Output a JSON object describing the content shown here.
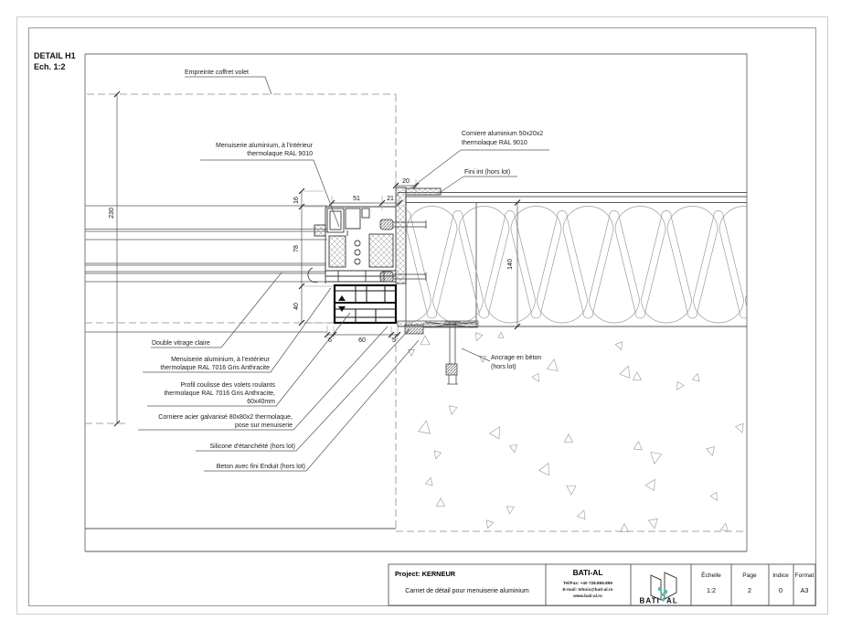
{
  "sheet": {
    "detail_title": "DETAIL H1",
    "detail_scale": "Ech. 1:2"
  },
  "annotations": {
    "empreinte": "Empreinte coffret volet",
    "menuiserie_int_1": "Menuiserie aluminium, à l'intérieur",
    "menuiserie_int_2": "thermolaque RAL 9010",
    "corniere_alu_1": "Corniere aluminium 50x20x2",
    "corniere_alu_2": "thermolaque RAL 9010",
    "fini_int": "Fini int (hors lot)",
    "double_vitrage": "Double vitrage claire",
    "menuiserie_ext_1": "Menuiserie aluminium, à l'extérieur",
    "menuiserie_ext_2": "thermolaque RAL 7016 Gris Anthracite",
    "profil_coulisse_1": "Profil coulisse des volets roulants",
    "profil_coulisse_2": "thermolaque RAL 7016 Gris Anthracite,",
    "profil_coulisse_3": "60x40mm",
    "corniere_acier_1": "Corniere acier galvanisé 80x80x2 thermolaque,",
    "corniere_acier_2": "pose sur menuiserie",
    "silicone": "Silicone d'étanchéité (hors lot)",
    "beton": "Beton avec fini Enduit (hors lot)",
    "ancrage_1": "Ancrage en béton",
    "ancrage_2": "(hors lot)"
  },
  "dimensions": {
    "coffret_height": "230",
    "chain_16": "16",
    "chain_78": "78",
    "chain_40": "40",
    "frame_51": "51",
    "frame_21": "21",
    "corniere_20": "20",
    "insulation_140": "140",
    "bottom_6": "6",
    "bottom_60": "60",
    "bottom_5": "5"
  },
  "title_block": {
    "project_label": "Project: KERNEUR",
    "project_desc": "Carnet de détail pour menuiserie aluminium",
    "company": "BATI-AL",
    "telfax": "Tel/Fax: +40 728.865.895",
    "email": "E-mail: tehnic@bati-al.ro",
    "website": "www.bati-al.ro",
    "logo_left": "BATI",
    "logo_right": "AL",
    "scale_label": "Échelle",
    "scale_value": "1:2",
    "page_label": "Page",
    "page_value": "2",
    "indice_label": "Indice",
    "indice_value": "0",
    "format_label": "Format",
    "format_value": "A3"
  },
  "colors": {
    "accent_teal": "#5fb7ac",
    "line_dark": "#333333",
    "line_light": "#999999"
  }
}
